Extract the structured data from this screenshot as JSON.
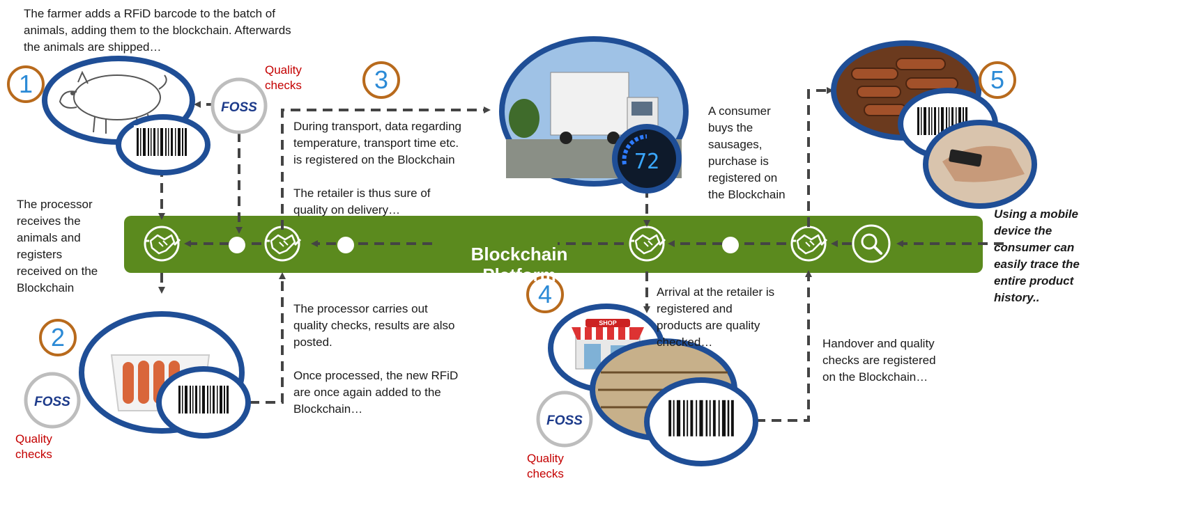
{
  "platform": {
    "label": "Blockchain\nPlatform",
    "color": "#5b8a1e"
  },
  "colors": {
    "ring": "#1f4e96",
    "badge_ring": "#b86a1c",
    "badge_num": "#2b8ad6",
    "quality_red": "#c40000",
    "arrow": "#444444"
  },
  "steps": [
    {
      "number": "1"
    },
    {
      "number": "2"
    },
    {
      "number": "3"
    },
    {
      "number": "4"
    },
    {
      "number": "5"
    }
  ],
  "texts": {
    "farmer": "The farmer adds a RFiD barcode to the batch of\nanimals, adding them to the blockchain. Afterwards\nthe animals are shipped…",
    "processor_receives": "The processor\nreceives the\nanimals and\nregisters\nreceived on the\nBlockchain",
    "transport": "During transport, data regarding\ntemperature, transport time etc.\nis registered on the Blockchain\n\nThe retailer is thus sure of\nquality on delivery…",
    "processor_checks": "The processor carries out\nquality checks, results are also\nposted.\n\nOnce processed, the new RFiD\nare once again added to the\nBlockchain…",
    "consumer_buys": "A consumer\nbuys the\nsausages,\npurchase is\nregistered on\nthe Blockchain",
    "arrival": "Arrival at the retailer is\nregistered and\nproducts are quality\nchecked…",
    "handover": "Handover and quality\nchecks are registered\non the Blockchain…",
    "mobile": "Using a mobile\ndevice the\nconsumer can\neasily trace the\nentire product\nhistory.."
  },
  "quality_checks": "Quality\nchecks",
  "foss_logo": "FOSS",
  "shop_sign": "SHOP",
  "gauge_reading": "72",
  "icons": [
    "pig-illustration",
    "barcode",
    "sausage-tray",
    "truck-photo",
    "gauge",
    "shop-icon",
    "sausages-photo",
    "smartphone-photo",
    "handshake-icon",
    "search-icon"
  ]
}
